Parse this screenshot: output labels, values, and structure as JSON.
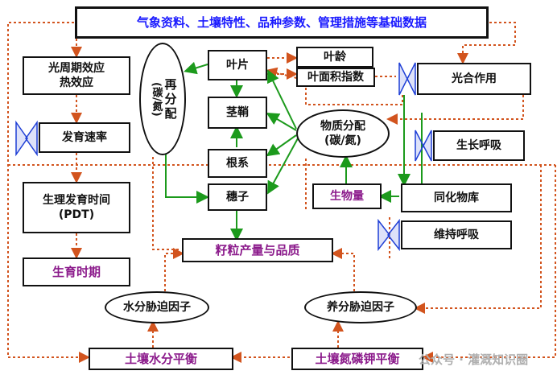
{
  "nodes": {
    "base_data": "气象资料、土壤特性、品种参数、管理措施等基础数据",
    "photoperiod": "光周期效应\n热效应",
    "dev_rate": "发育速率",
    "pdt": "生理发育时间\n(PDT)",
    "growth_period": "生育时期",
    "redistribution": "再\n分\n配",
    "redistribution_sub": "(碳/氮)",
    "leaf": "叶片",
    "stem": "茎鞘",
    "root": "根系",
    "ear": "穗子",
    "leaf_age": "叶龄",
    "lai": "叶面积指数",
    "photosynthesis": "光合作用",
    "partition": "物质分配\n(碳/氮)",
    "growth_resp": "生长呼吸",
    "biomass": "生物量",
    "assimilate": "同化物库",
    "maint_resp": "维持呼吸",
    "grain": "籽粒产量与品质",
    "water_stress": "水分胁迫因子",
    "nutrient_stress": "养分胁迫因子",
    "soil_water": "土壤水分平衡",
    "soil_npk": "土壤氮磷钾平衡"
  },
  "watermark": "公众号 · 灌溉知识圈",
  "colors": {
    "dotted_arrow": "#d2541e",
    "solid_arrow": "#1c9a1c",
    "valve": "#1f3fd6",
    "blue_text": "#1a1aff",
    "purple_text": "#8b1a8b"
  }
}
